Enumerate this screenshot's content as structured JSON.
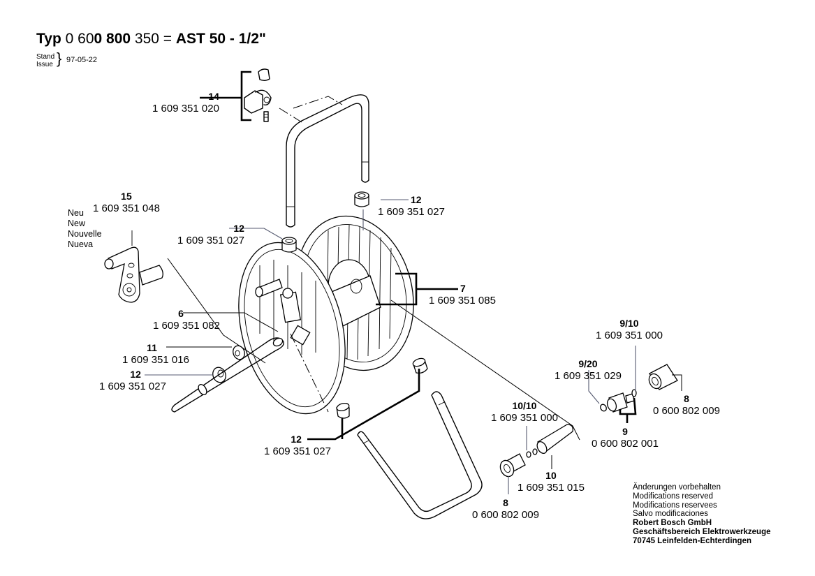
{
  "header": {
    "title_prefix": "Typ",
    "title_num_a": "0 60",
    "title_num_b": "0 800",
    "title_num_c": " 350 = ",
    "title_model": "AST 50 - 1/2\"",
    "issue_labels": [
      "Stand",
      "Issue"
    ],
    "issue_date": "97-05-22"
  },
  "new_part_note": [
    "Neu",
    "New",
    "Nouvelle",
    "Nueva"
  ],
  "parts": [
    {
      "id": "p14",
      "number": "14",
      "part_no": "1 609 351 020",
      "name": "clamp-bracket"
    },
    {
      "id": "p15",
      "number": "15",
      "part_no": "1 609 351 048",
      "name": "crank-handle"
    },
    {
      "id": "p12a",
      "number": "12",
      "part_no": "1 609 351 027",
      "name": "knob-nut-top-left"
    },
    {
      "id": "p12b",
      "number": "12",
      "part_no": "1 609 351 027",
      "name": "knob-nut-top-right"
    },
    {
      "id": "p7",
      "number": "7",
      "part_no": "1 609 351 085",
      "name": "hose-drum"
    },
    {
      "id": "p6",
      "number": "6",
      "part_no": "1 609 351 082",
      "name": "swivel-joint"
    },
    {
      "id": "p11",
      "number": "11",
      "part_no": "1 609 351 016",
      "name": "cap-nut"
    },
    {
      "id": "p12c",
      "number": "12",
      "part_no": "1 609 351 027",
      "name": "knob-nut-left"
    },
    {
      "id": "p12d",
      "number": "12",
      "part_no": "1 609 351 027",
      "name": "knob-nut-bottom"
    },
    {
      "id": "p9_10",
      "number": "9/10",
      "part_no": "1 609 351 000",
      "name": "o-ring-upper"
    },
    {
      "id": "p9_20",
      "number": "9/20",
      "part_no": "1 609 351 029",
      "name": "washer"
    },
    {
      "id": "p9",
      "number": "9",
      "part_no": "0 600 802 001",
      "name": "hose-connector"
    },
    {
      "id": "p8a",
      "number": "8",
      "part_no": "0 600 802 009",
      "name": "quick-coupling-right"
    },
    {
      "id": "p10_10",
      "number": "10/10",
      "part_no": "1 609 351 000",
      "name": "o-ring-lower"
    },
    {
      "id": "p10",
      "number": "10",
      "part_no": "1 609 351 015",
      "name": "inlet-nipple"
    },
    {
      "id": "p8b",
      "number": "8",
      "part_no": "0 600 802 009",
      "name": "quick-coupling-bottom"
    }
  ],
  "footer": {
    "lines": [
      "Änderungen vorbehalten",
      "Modifications reserved",
      "Modifications reservees",
      "Salvo modificaciones"
    ],
    "company_lines": [
      "Robert Bosch GmbH",
      "Geschäftsbereich Elektrowerkzeuge",
      "70745 Leinfelden-Echterdingen"
    ]
  }
}
